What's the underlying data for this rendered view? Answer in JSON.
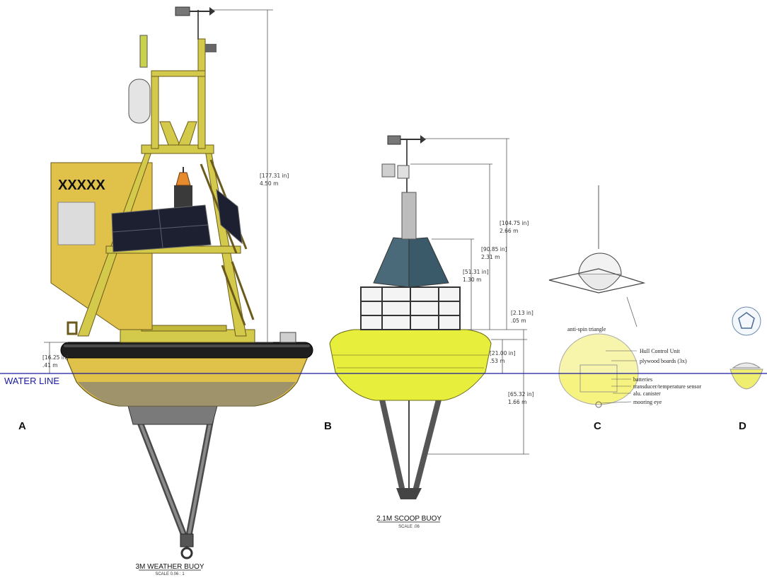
{
  "water_line": {
    "label": "WATER LINE",
    "color": "#1a1aa0"
  },
  "colors": {
    "hull_yellow": "#e0c24a",
    "scoop_yellow": "#e8ee3c",
    "tower_yellow": "#d3c94a",
    "solar_blue": "#1c2030",
    "fender_black": "#1e1e1e",
    "dim_line": "#555555"
  },
  "panels": {
    "a": "A",
    "b": "B",
    "c": "C",
    "d": "D"
  },
  "buoy_a": {
    "hull_marking": "XXXXX",
    "title": "3M WEATHER BUOY",
    "scale": "SCALE 0.06 : 1",
    "dims": {
      "height_in": "[177.31 in]",
      "height_m": "4.50 m",
      "freeboard_in": "[16.25 in]",
      "freeboard_m": ".41 m"
    }
  },
  "buoy_b": {
    "title": "2.1M SCOOP BUOY",
    "scale": "SCALE .06",
    "dims": {
      "d1_in": "[104.75 in]",
      "d1_m": "2.66 m",
      "d2_in": "[90.85 in]",
      "d2_m": "2.31 m",
      "d3_in": "[51.31 in]",
      "d3_m": "1.30 m",
      "d4_in": "[2.13 in]",
      "d4_m": ".05 m",
      "d5_in": "[21.00 in]",
      "d5_m": ".53 m",
      "d6_in": "[65.32 in]",
      "d6_m": "1.66 m"
    }
  },
  "buoy_c": {
    "labels": {
      "anti_spin": "anti-spin triangle",
      "hull_control": "Hull Control Unit",
      "plywood": "plywood boards (3x)",
      "batteries": "batteries",
      "transducer": "transducer/temperature sensor",
      "canister": "alu. canister",
      "mooring": "mooring eye"
    }
  }
}
